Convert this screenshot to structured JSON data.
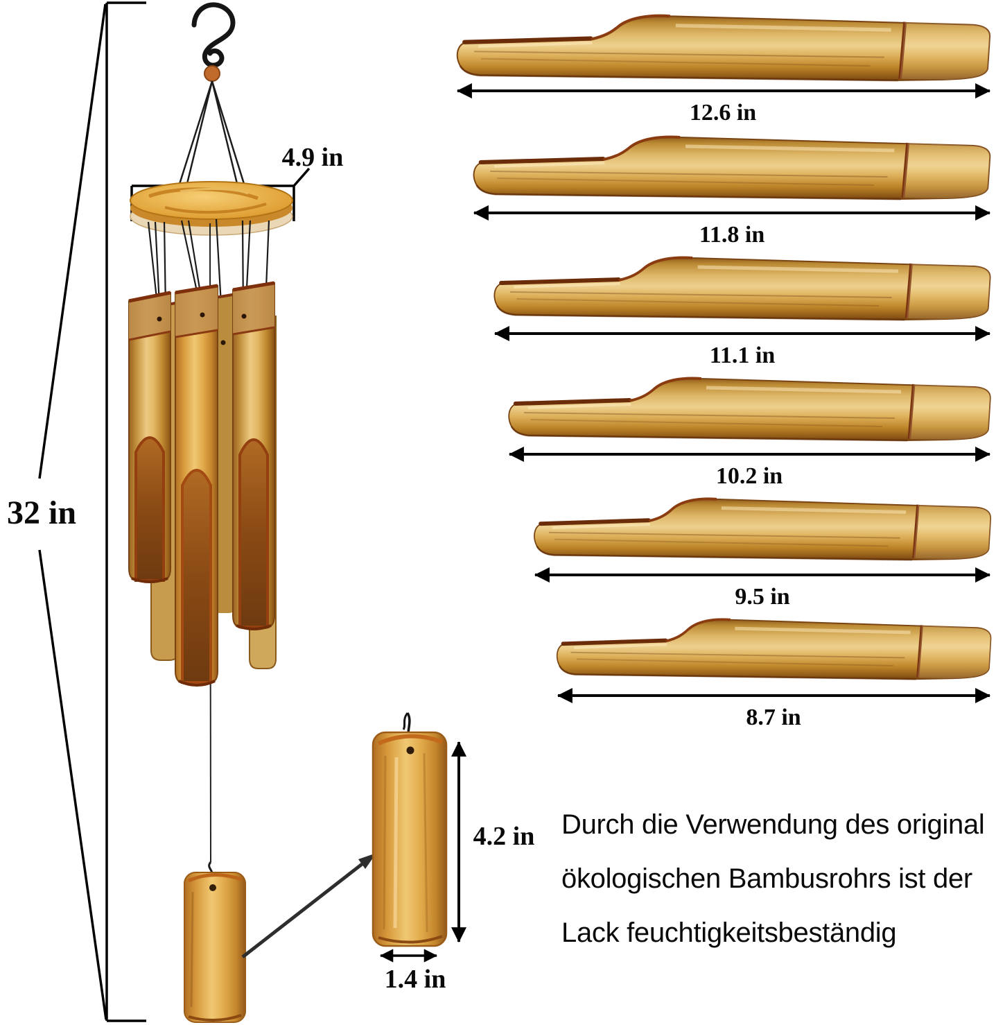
{
  "dimensions": {
    "overall_height": "32 in",
    "top_disc_width": "4.9 in",
    "windcatcher_height": "4.2 in",
    "windcatcher_width": "1.4 in",
    "tube_lengths": [
      {
        "label": "12.6 in"
      },
      {
        "label": "11.8 in"
      },
      {
        "label": "11.1 in"
      },
      {
        "label": "10.2 in"
      },
      {
        "label": "9.5 in"
      },
      {
        "label": "8.7 in"
      }
    ]
  },
  "description": {
    "lines": [
      "Durch die Verwendung des original",
      "ökologischen Bambusrohrs ist der",
      "Lack feuchtigkeitsbeständig"
    ]
  },
  "colors": {
    "background": "#ffffff",
    "text": "#0a0a0a",
    "bamboo_highlight": "#edd08e",
    "bamboo_mid": "#ddb05a",
    "bamboo_dark": "#7c4811",
    "rim_brown": "#7e2f0c",
    "string_black": "#1b1b1b",
    "bead_orange": "#c06a2c"
  }
}
